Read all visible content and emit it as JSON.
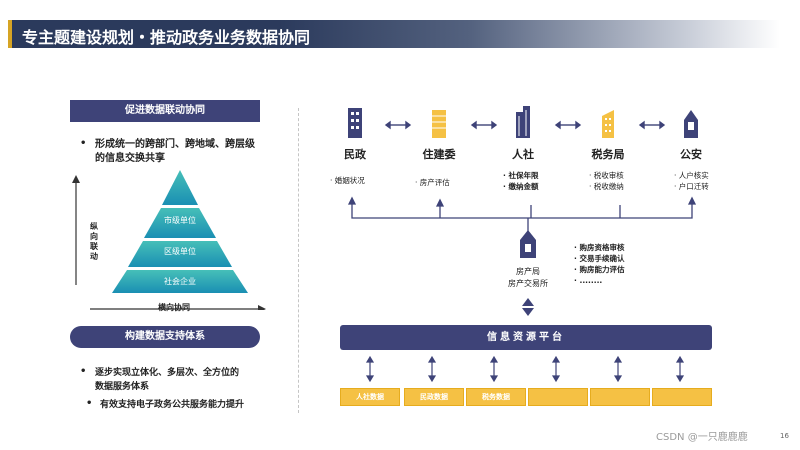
{
  "header": {
    "title": "专主题建设规划・推动政务业务数据协同"
  },
  "left": {
    "section1": "促进数据联动协同",
    "bullet1_line1": "形成统一的跨部门、跨地域、跨层级",
    "bullet1_line2": "的信息交换共享",
    "pyramid": [
      "市级单位",
      "区级单位",
      "社会企业"
    ],
    "vertical_axis": [
      "纵",
      "向",
      "联",
      "动"
    ],
    "horizontal_axis": "横向协同",
    "section2": "构建数据支持体系",
    "bullet2_line1": "逐步实现立体化、多层次、全方位的",
    "bullet2_line2": "数据服务体系",
    "bullet3": "有效支持电子政务公共服务能力提升",
    "bullet_marker": "•"
  },
  "agencies": [
    {
      "name": "民政",
      "details": [
        "婚姻状况"
      ],
      "color": "#3e4378",
      "icon": "building-icon"
    },
    {
      "name": "住建委",
      "details": [
        "房产评估"
      ],
      "color": "#f5c144",
      "icon": "building-icon"
    },
    {
      "name": "人社",
      "details": [
        "社保年限",
        "缴纳金额"
      ],
      "color": "#3e4378",
      "icon": "building-icon"
    },
    {
      "name": "税务局",
      "details": [
        "税收审核",
        "税收缴纳"
      ],
      "color": "#f5c144",
      "icon": "building-icon"
    },
    {
      "name": "公安",
      "details": [
        "人户核实",
        "户口迁转"
      ],
      "color": "#3e4378",
      "icon": "building-icon"
    }
  ],
  "house_bureau": {
    "line1": "房产局",
    "line2": "房产交易所",
    "items": [
      "购房资格审核",
      "交易手续确认",
      "购房能力评估",
      "........"
    ]
  },
  "platform": "信息资源平台",
  "databases": [
    "人社数据",
    "民政数据",
    "税务数据",
    "",
    ""
  ],
  "footer": {
    "watermark": "CSDN @一只鹿鹿鹿",
    "page": "16"
  },
  "colors": {
    "navy": "#3e4378",
    "yellow": "#f5c144",
    "teal_top": "#3fb5b5",
    "teal_bottom": "#1d8fb3"
  }
}
